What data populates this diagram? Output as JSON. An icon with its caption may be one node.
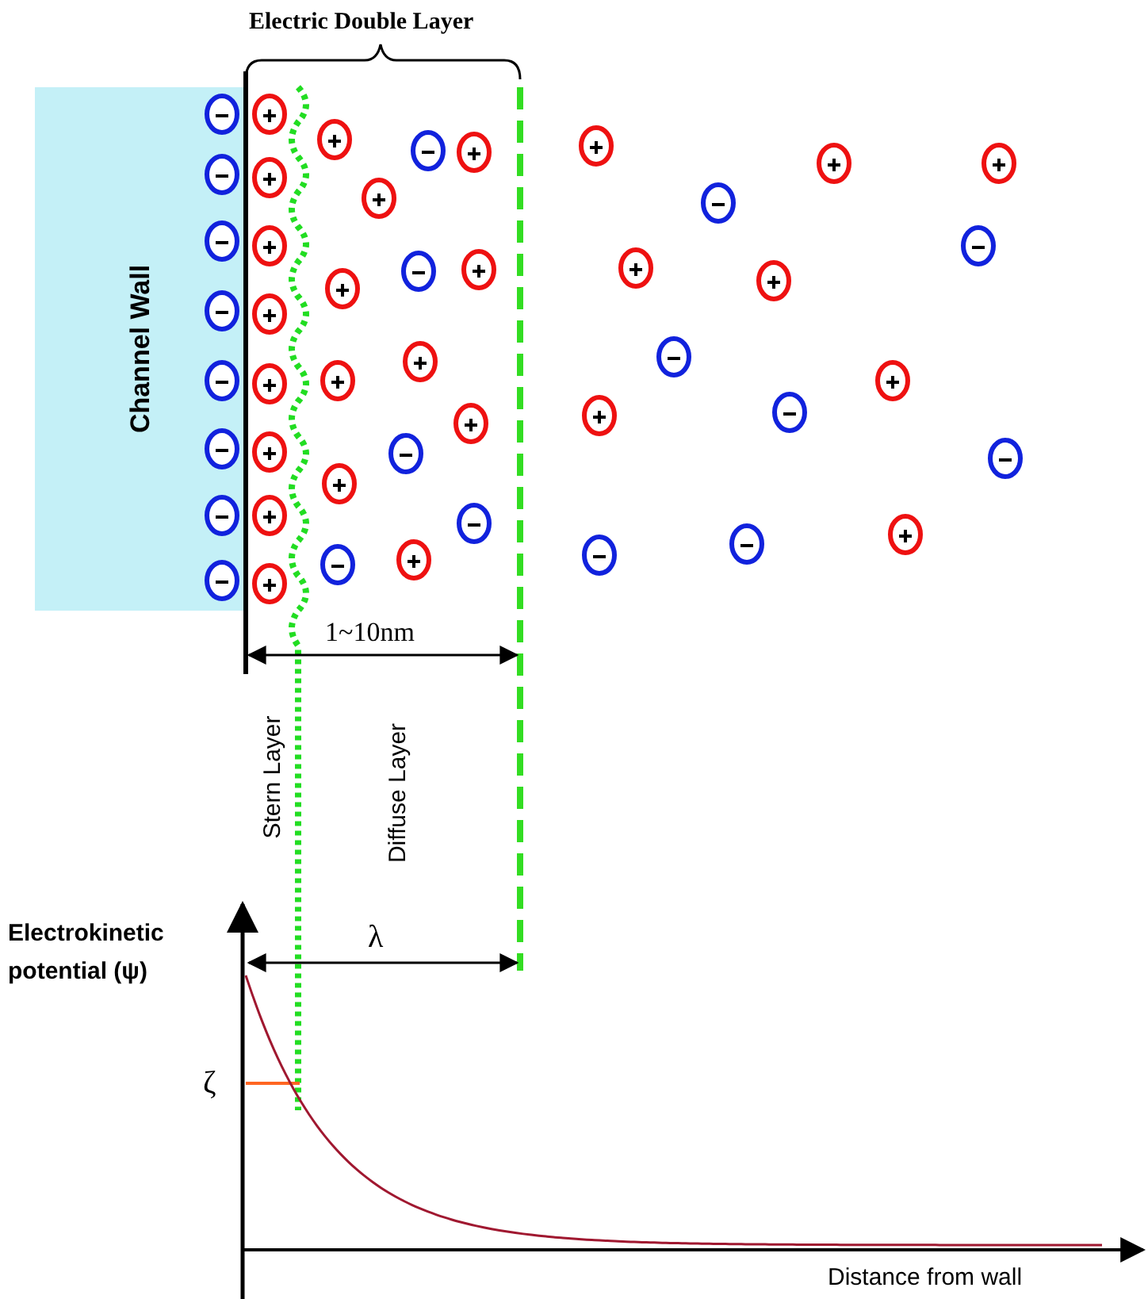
{
  "diagram": {
    "nodes": [
      {
        "text": [
          "Channel Wall"
        ]
      }
    ],
    "labels": [
      "Electric Double Layer",
      "1~10nm",
      "Stern Layer",
      "Diffuse Layer",
      "Electrokinetic potential (ψ)",
      "λ",
      "ζ",
      "Distance from wall"
    ]
  }
}
